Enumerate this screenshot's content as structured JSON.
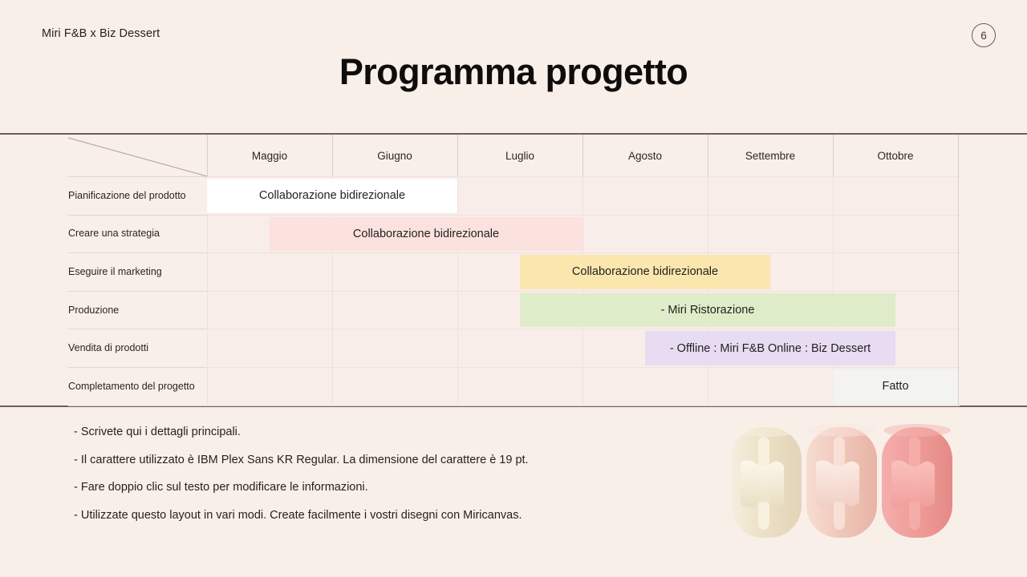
{
  "header": {
    "brand": "Miri F&B x Biz Dessert",
    "page_number": "6",
    "title": "Programma progetto"
  },
  "schedule": {
    "months": [
      "Maggio",
      "Giugno",
      "Luglio",
      "Agosto",
      "Settembre",
      "Ottobre"
    ],
    "rows": [
      {
        "label": "Pianificazione del prodotto",
        "bar": {
          "text": "Collaborazione bidirezionale",
          "color": "white",
          "hex": "#ffffff",
          "start_month": "Maggio",
          "end_month": "Giugno"
        }
      },
      {
        "label": "Creare una strategia",
        "bar": {
          "text": "Collaborazione bidirezionale",
          "color": "pink",
          "hex": "#fbe2de",
          "start_month": "Maggio",
          "end_month": "Luglio"
        }
      },
      {
        "label": "Eseguire il marketing",
        "bar": {
          "text": "Collaborazione bidirezionale",
          "color": "yellow",
          "hex": "#fbe6ae",
          "start_month": "Luglio",
          "end_month": "Settembre"
        }
      },
      {
        "label": "Produzione",
        "bar": {
          "text": "- Miri Ristorazione",
          "color": "green",
          "hex": "#dfecc9",
          "start_month": "Luglio",
          "end_month": "Ottobre"
        }
      },
      {
        "label": "Vendita di prodotti",
        "bar": {
          "text": "- Offline : Miri F&B Online : Biz Dessert",
          "color": "purple",
          "hex": "#e7dcf2",
          "start_month": "Agosto",
          "end_month": "Ottobre"
        }
      },
      {
        "label": "Completamento del progetto",
        "bar": {
          "text": "Fatto",
          "color": "grey",
          "hex": "#f3f3f1",
          "start_month": "Ottobre",
          "end_month": "Ottobre"
        }
      }
    ]
  },
  "notes": [
    "- Scrivete qui i dettagli principali.",
    "- Il carattere utilizzato è IBM Plex Sans KR Regular. La dimensione del carattere è 19 pt.",
    "- Fare doppio clic sul testo per modificare le informazioni.",
    "- Utilizzate questo layout in vari modi. Create facilmente i vostri disegni con Miricanvas."
  ],
  "illustration": {
    "name": "three-macarons",
    "items": [
      {
        "label": "macaron-cream",
        "hex": "#efe3cd"
      },
      {
        "label": "macaron-peach",
        "hex": "#f0c9bc"
      },
      {
        "label": "macaron-pink",
        "hex": "#ef9e9a"
      }
    ]
  },
  "theme": {
    "background": "#f9efe9",
    "rule": "#6e5d59",
    "text": "#231f1e"
  }
}
